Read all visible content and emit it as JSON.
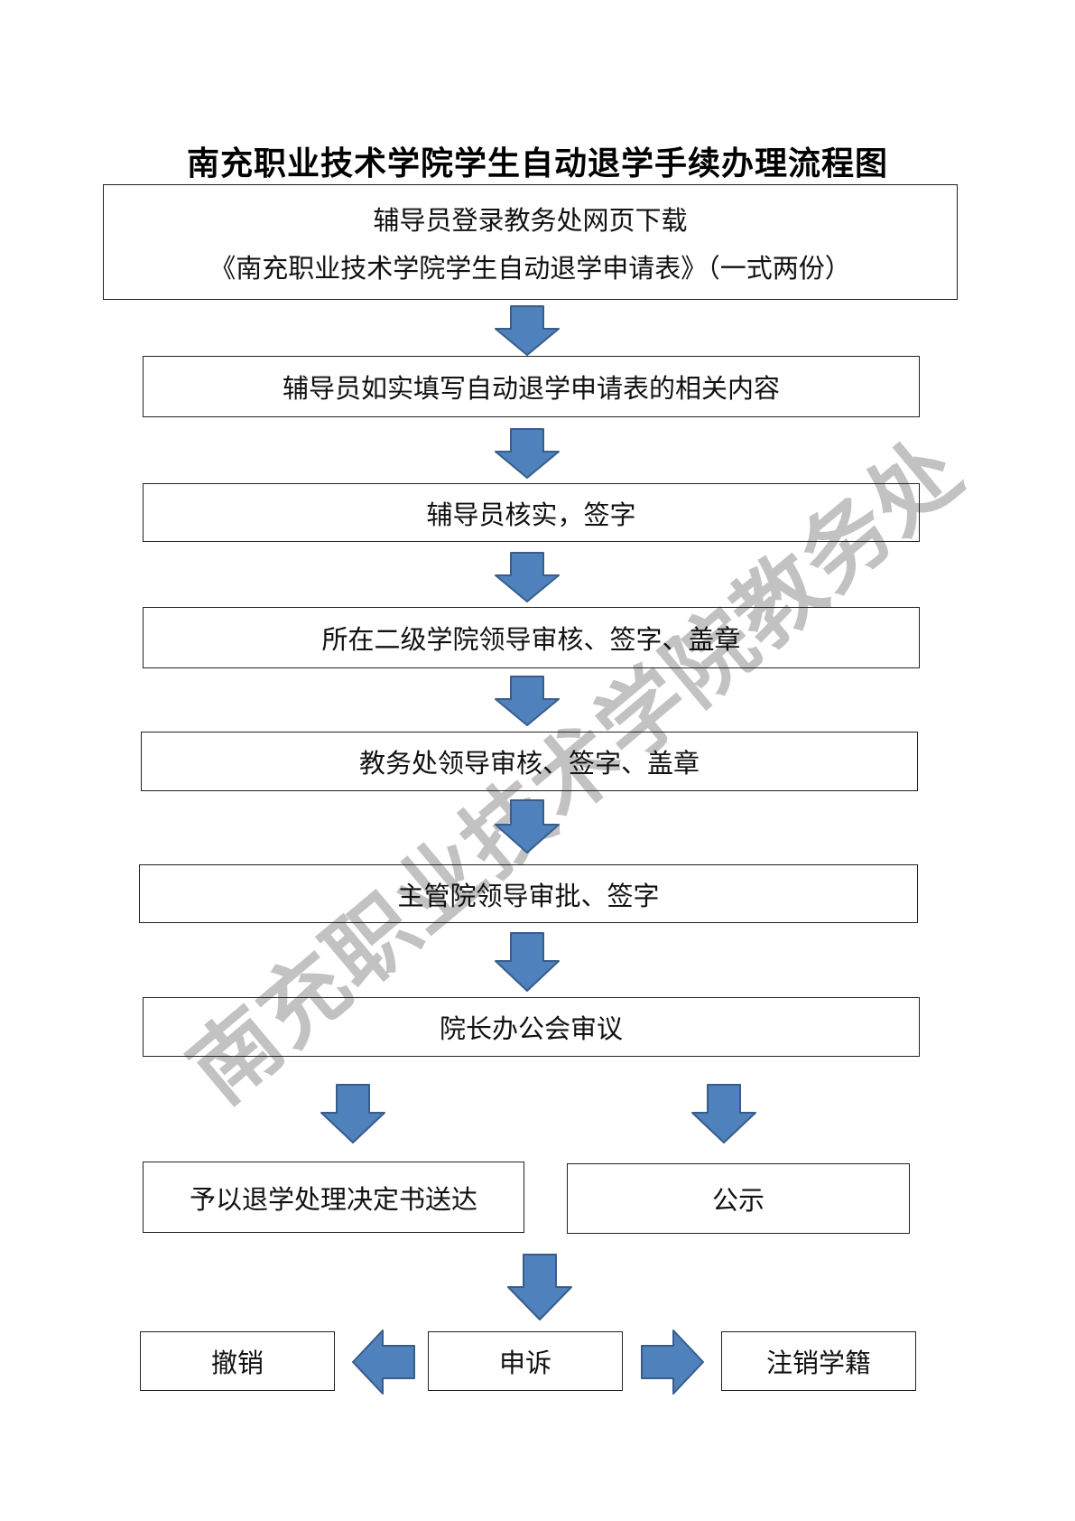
{
  "title": "南充职业技术学院学生自动退学手续办理流程图",
  "watermark": "南充职业技术学院教务处",
  "steps": [
    {
      "line1": "辅导员登录教务处网页下载",
      "line2": "《南充职业技术学院学生自动退学申请表》（一式两份）"
    },
    {
      "text": "辅导员如实填写自动退学申请表的相关内容"
    },
    {
      "text": "辅导员核实，签字"
    },
    {
      "text": "所在二级学院领导审核、签字、盖章"
    },
    {
      "text": "教务处领导审核、签字、盖章"
    },
    {
      "text": "主管院领导审批、签字"
    },
    {
      "text": "院长办公会审议"
    }
  ],
  "branches": {
    "left": "予以退学处理决定书送达",
    "right": "公示"
  },
  "outcomes": {
    "left": "撤销",
    "center": "申诉",
    "right": "注销学籍"
  },
  "colors": {
    "arrow_fill": "#4f81bd",
    "arrow_stroke": "#385d8a"
  }
}
